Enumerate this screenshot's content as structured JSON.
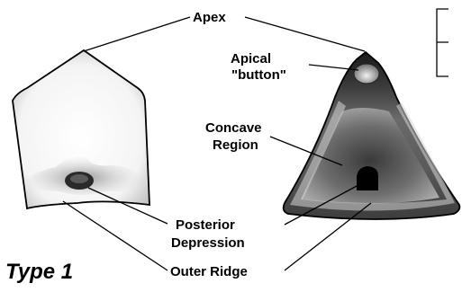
{
  "labels": {
    "apex": "Apex",
    "apical_button_line1": "Apical",
    "apical_button_line2": "\"button\"",
    "concave_region_line1": "Concave",
    "concave_region_line2": "Region",
    "posterior_depression_line1": "Posterior",
    "posterior_depression_line2": "Depression",
    "outer_ridge": "Outer Ridge",
    "type_title": "Type 1"
  }
}
